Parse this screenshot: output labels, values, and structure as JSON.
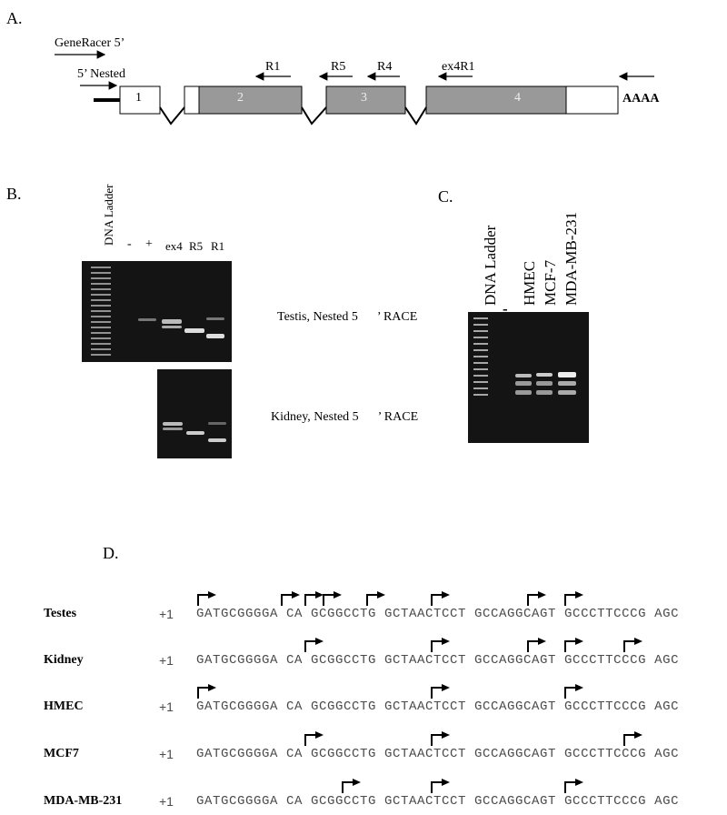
{
  "panels": {
    "a": "A.",
    "b": "B.",
    "c": "C.",
    "d": "D."
  },
  "diagram_a": {
    "primer_generacer": "GeneRacer 5’",
    "primer_nested": "5’ Nested",
    "exons": [
      "1",
      "2",
      "3",
      "4"
    ],
    "primers_reverse": [
      "R1",
      "R5",
      "R4",
      "ex4R1"
    ],
    "polya": "AAAA"
  },
  "gel_b": {
    "ladder_label": "DNA Ladder",
    "lanes": [
      "-",
      "+",
      "ex4",
      "R5",
      "R1"
    ],
    "testis_caption": "Testis, Nested 5      ’ RACE",
    "kidney_caption": "Kidney, Nested 5      ’ RACE"
  },
  "gel_c": {
    "ladder_label": "DNA Ladder",
    "lanes": [
      "-",
      "HMEC",
      "MCF-7",
      "MDA-MB-231"
    ]
  },
  "sequences": {
    "rows": [
      {
        "sample": "Testes",
        "pos": "+1"
      },
      {
        "sample": "Kidney",
        "pos": "+1"
      },
      {
        "sample": "HMEC",
        "pos": "+1"
      },
      {
        "sample": "MCF7",
        "pos": "+1"
      },
      {
        "sample": "MDA-MB-231",
        "pos": "+1"
      }
    ],
    "sequence": "GATGCGGGGA CA GCGGCCTG GCTAACTCCT GCCAGGCAGT GCCCTTCCCG AGC"
  },
  "colors": {
    "exon_fill": "#999999",
    "gel_bg": "#141414",
    "band": "#d9d9d9"
  }
}
